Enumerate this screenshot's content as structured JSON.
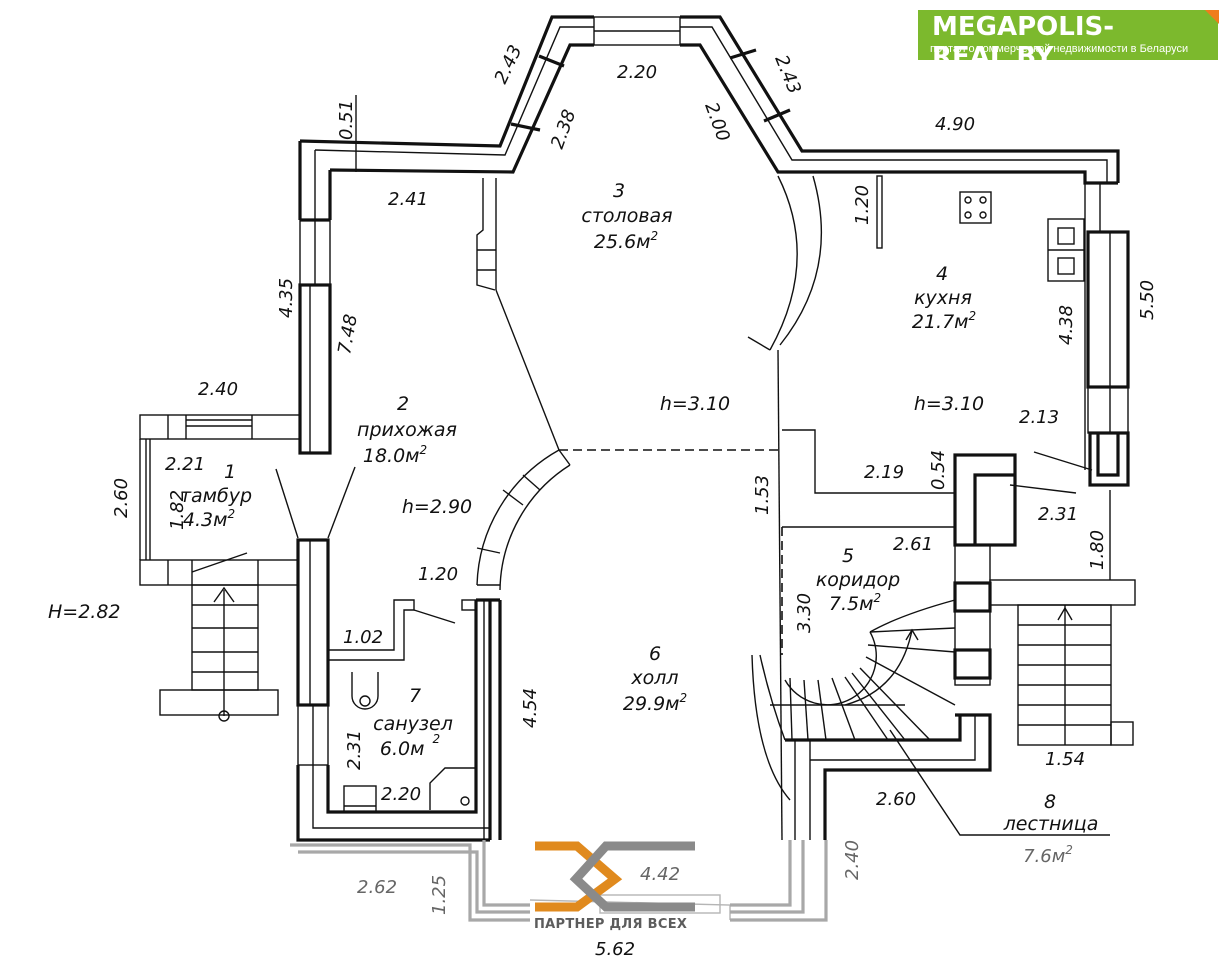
{
  "banner": {
    "title": "MEGAPOLIS-REAL.BY",
    "subtitle": "портал о коммерческой недвижимости в Беларуси",
    "color": "#7cb92d",
    "accent": "#f07c1c"
  },
  "watermark": {
    "text": "ПАРТНЕР ДЛЯ ВСЕХ",
    "orange": "#e08a1e",
    "gray": "#8a8a8a"
  },
  "rooms": [
    {
      "number": "1",
      "name": "тамбур",
      "area": "4.3м",
      "sup": "2"
    },
    {
      "number": "2",
      "name": "прихожая",
      "area": "18.0м",
      "sup": "2",
      "height": "h=2.90"
    },
    {
      "number": "3",
      "name": "столовая",
      "area": "25.6м",
      "sup": "2",
      "height": "h=3.10"
    },
    {
      "number": "4",
      "name": "кухня",
      "area": "21.7м",
      "sup": "2",
      "height": "h=3.10"
    },
    {
      "number": "5",
      "name": "коридор",
      "area": "7.5м",
      "sup": "2"
    },
    {
      "number": "6",
      "name": "холл",
      "area": "29.9м",
      "sup": "2"
    },
    {
      "number": "7",
      "name": "санузел",
      "area": "6.0м",
      "sup": "2"
    },
    {
      "number": "8",
      "name": "лестница",
      "area": "7.6м",
      "sup": "2"
    }
  ],
  "global_height": "H=2.82",
  "dimensions": {
    "d_243_left": "2.43",
    "d_220_top": "2.20",
    "d_243_right": "2.43",
    "d_051": "0.51",
    "d_238": "2.38",
    "d_200": "2.00",
    "d_490": "4.90",
    "d_241": "2.41",
    "d_120_kitchen": "1.20",
    "d_435": "4.35",
    "d_748": "7.48",
    "d_550": "5.50",
    "d_438": "4.38",
    "d_240": "2.40",
    "d_213": "2.13",
    "d_221": "2.21",
    "d_219": "2.19",
    "d_054": "0.54",
    "d_260_left": "2.60",
    "d_182": "1.82",
    "d_153": "1.53",
    "d_231_right": "2.31",
    "d_261": "2.61",
    "d_180": "1.80",
    "d_120_wc": "1.20",
    "d_330": "3.30",
    "d_102": "1.02",
    "d_454": "4.54",
    "d_231_wc": "2.31",
    "d_220_wc": "2.20",
    "d_154": "1.54",
    "d_260_stair": "2.60",
    "d_240_bottom": "2.40",
    "d_262": "2.62",
    "d_125": "1.25",
    "d_442": "4.42",
    "d_562": "5.62"
  }
}
